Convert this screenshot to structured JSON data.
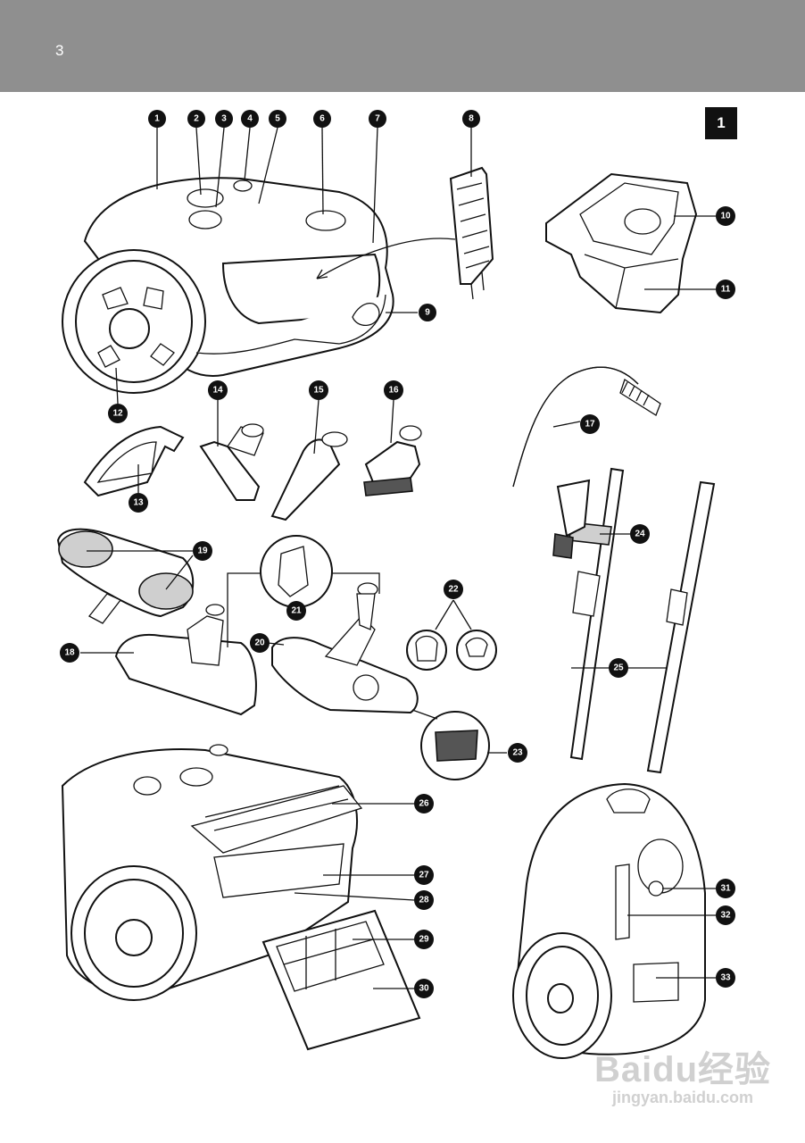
{
  "header": {
    "page_number": "3"
  },
  "figure": {
    "label": "1"
  },
  "callouts": [
    "1",
    "2",
    "3",
    "4",
    "5",
    "6",
    "7",
    "8",
    "9",
    "10",
    "11",
    "12",
    "13",
    "14",
    "15",
    "16",
    "17",
    "18",
    "19",
    "20",
    "21",
    "22",
    "23",
    "24",
    "25",
    "26",
    "27",
    "28",
    "29",
    "30",
    "31",
    "32",
    "33"
  ],
  "watermark": {
    "logo": "Baidu经验",
    "url": "jingyan.baidu.com"
  },
  "colors": {
    "header_band": "#8f8f8f",
    "callout_fill": "#111111",
    "tag_fill": "#111111"
  }
}
